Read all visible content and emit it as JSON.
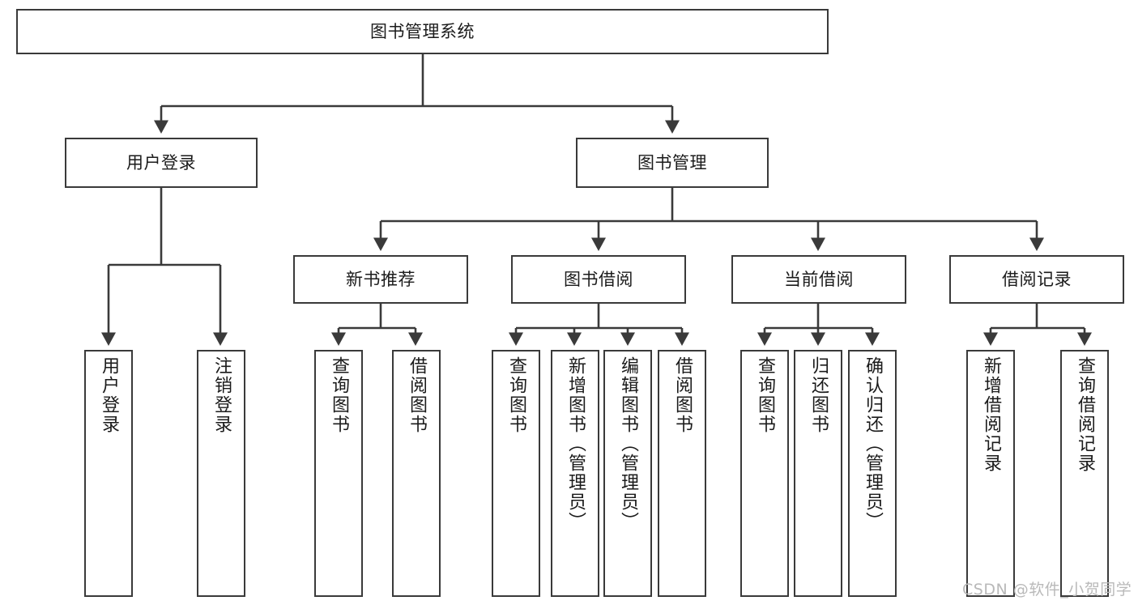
{
  "diagram": {
    "title": "图书管理系统",
    "root": {
      "label": "图书管理系统"
    },
    "level2": [
      {
        "label": "用户登录"
      },
      {
        "label": "图书管理"
      }
    ],
    "level3": [
      {
        "label": "新书推荐"
      },
      {
        "label": "图书借阅"
      },
      {
        "label": "当前借阅"
      },
      {
        "label": "借阅记录"
      }
    ],
    "leaves": {
      "user_login": [
        {
          "label": "用户登录"
        },
        {
          "label": "注销登录"
        }
      ],
      "new_book": [
        {
          "label": "查询图书"
        },
        {
          "label": "借阅图书"
        }
      ],
      "book_borrow": [
        {
          "label": "查询图书"
        },
        {
          "label": "新增图书（管理员）"
        },
        {
          "label": "编辑图书（管理员）"
        },
        {
          "label": "借阅图书"
        }
      ],
      "current_borrow": [
        {
          "label": "查询图书"
        },
        {
          "label": "归还图书"
        },
        {
          "label": "确认归还（管理员）"
        }
      ],
      "borrow_record": [
        {
          "label": "新增借阅记录"
        },
        {
          "label": "查询借阅记录"
        }
      ]
    }
  },
  "watermark": {
    "text": "CSDN @软件_小贺同学"
  },
  "colors": {
    "border": "#3a3a3a",
    "text": "#1b1b1b",
    "background": "#ffffff",
    "watermark": "#b9b9b9"
  }
}
